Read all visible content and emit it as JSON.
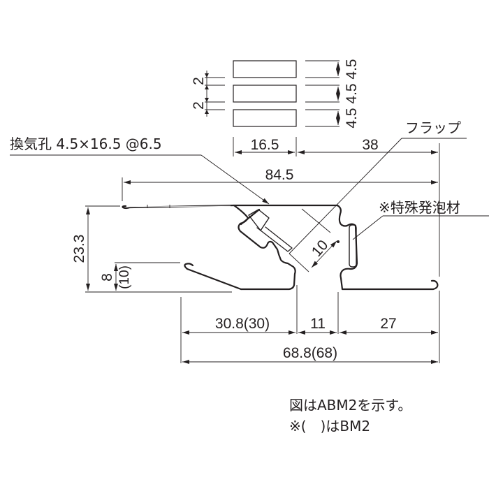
{
  "drawing": {
    "vent_hole_label": "換気孔 4.5×16.5 @6.5",
    "flap_label": "フラップ",
    "foam_label": "※特殊発泡材",
    "dimensions": {
      "hole_spacing_top": "2",
      "hole_spacing_bottom": "2",
      "hole_height_1": "4.5",
      "hole_height_2": "4.5",
      "hole_height_3": "4.5",
      "hole_width": "16.5",
      "flap_offset": "38",
      "overall_top_width": "84.5",
      "overall_height": "23.3",
      "front_height": "8",
      "front_height_bm2": "(10)",
      "flap_length": "10",
      "bottom_left": "30.8(30)",
      "bottom_middle": "11",
      "bottom_right": "27",
      "overall_bottom_width": "68.8(68)"
    },
    "notes": [
      "図はABM2を示す。",
      "※(　)はBM2"
    ],
    "colors": {
      "line": "#231f20",
      "background": "#ffffff"
    }
  }
}
